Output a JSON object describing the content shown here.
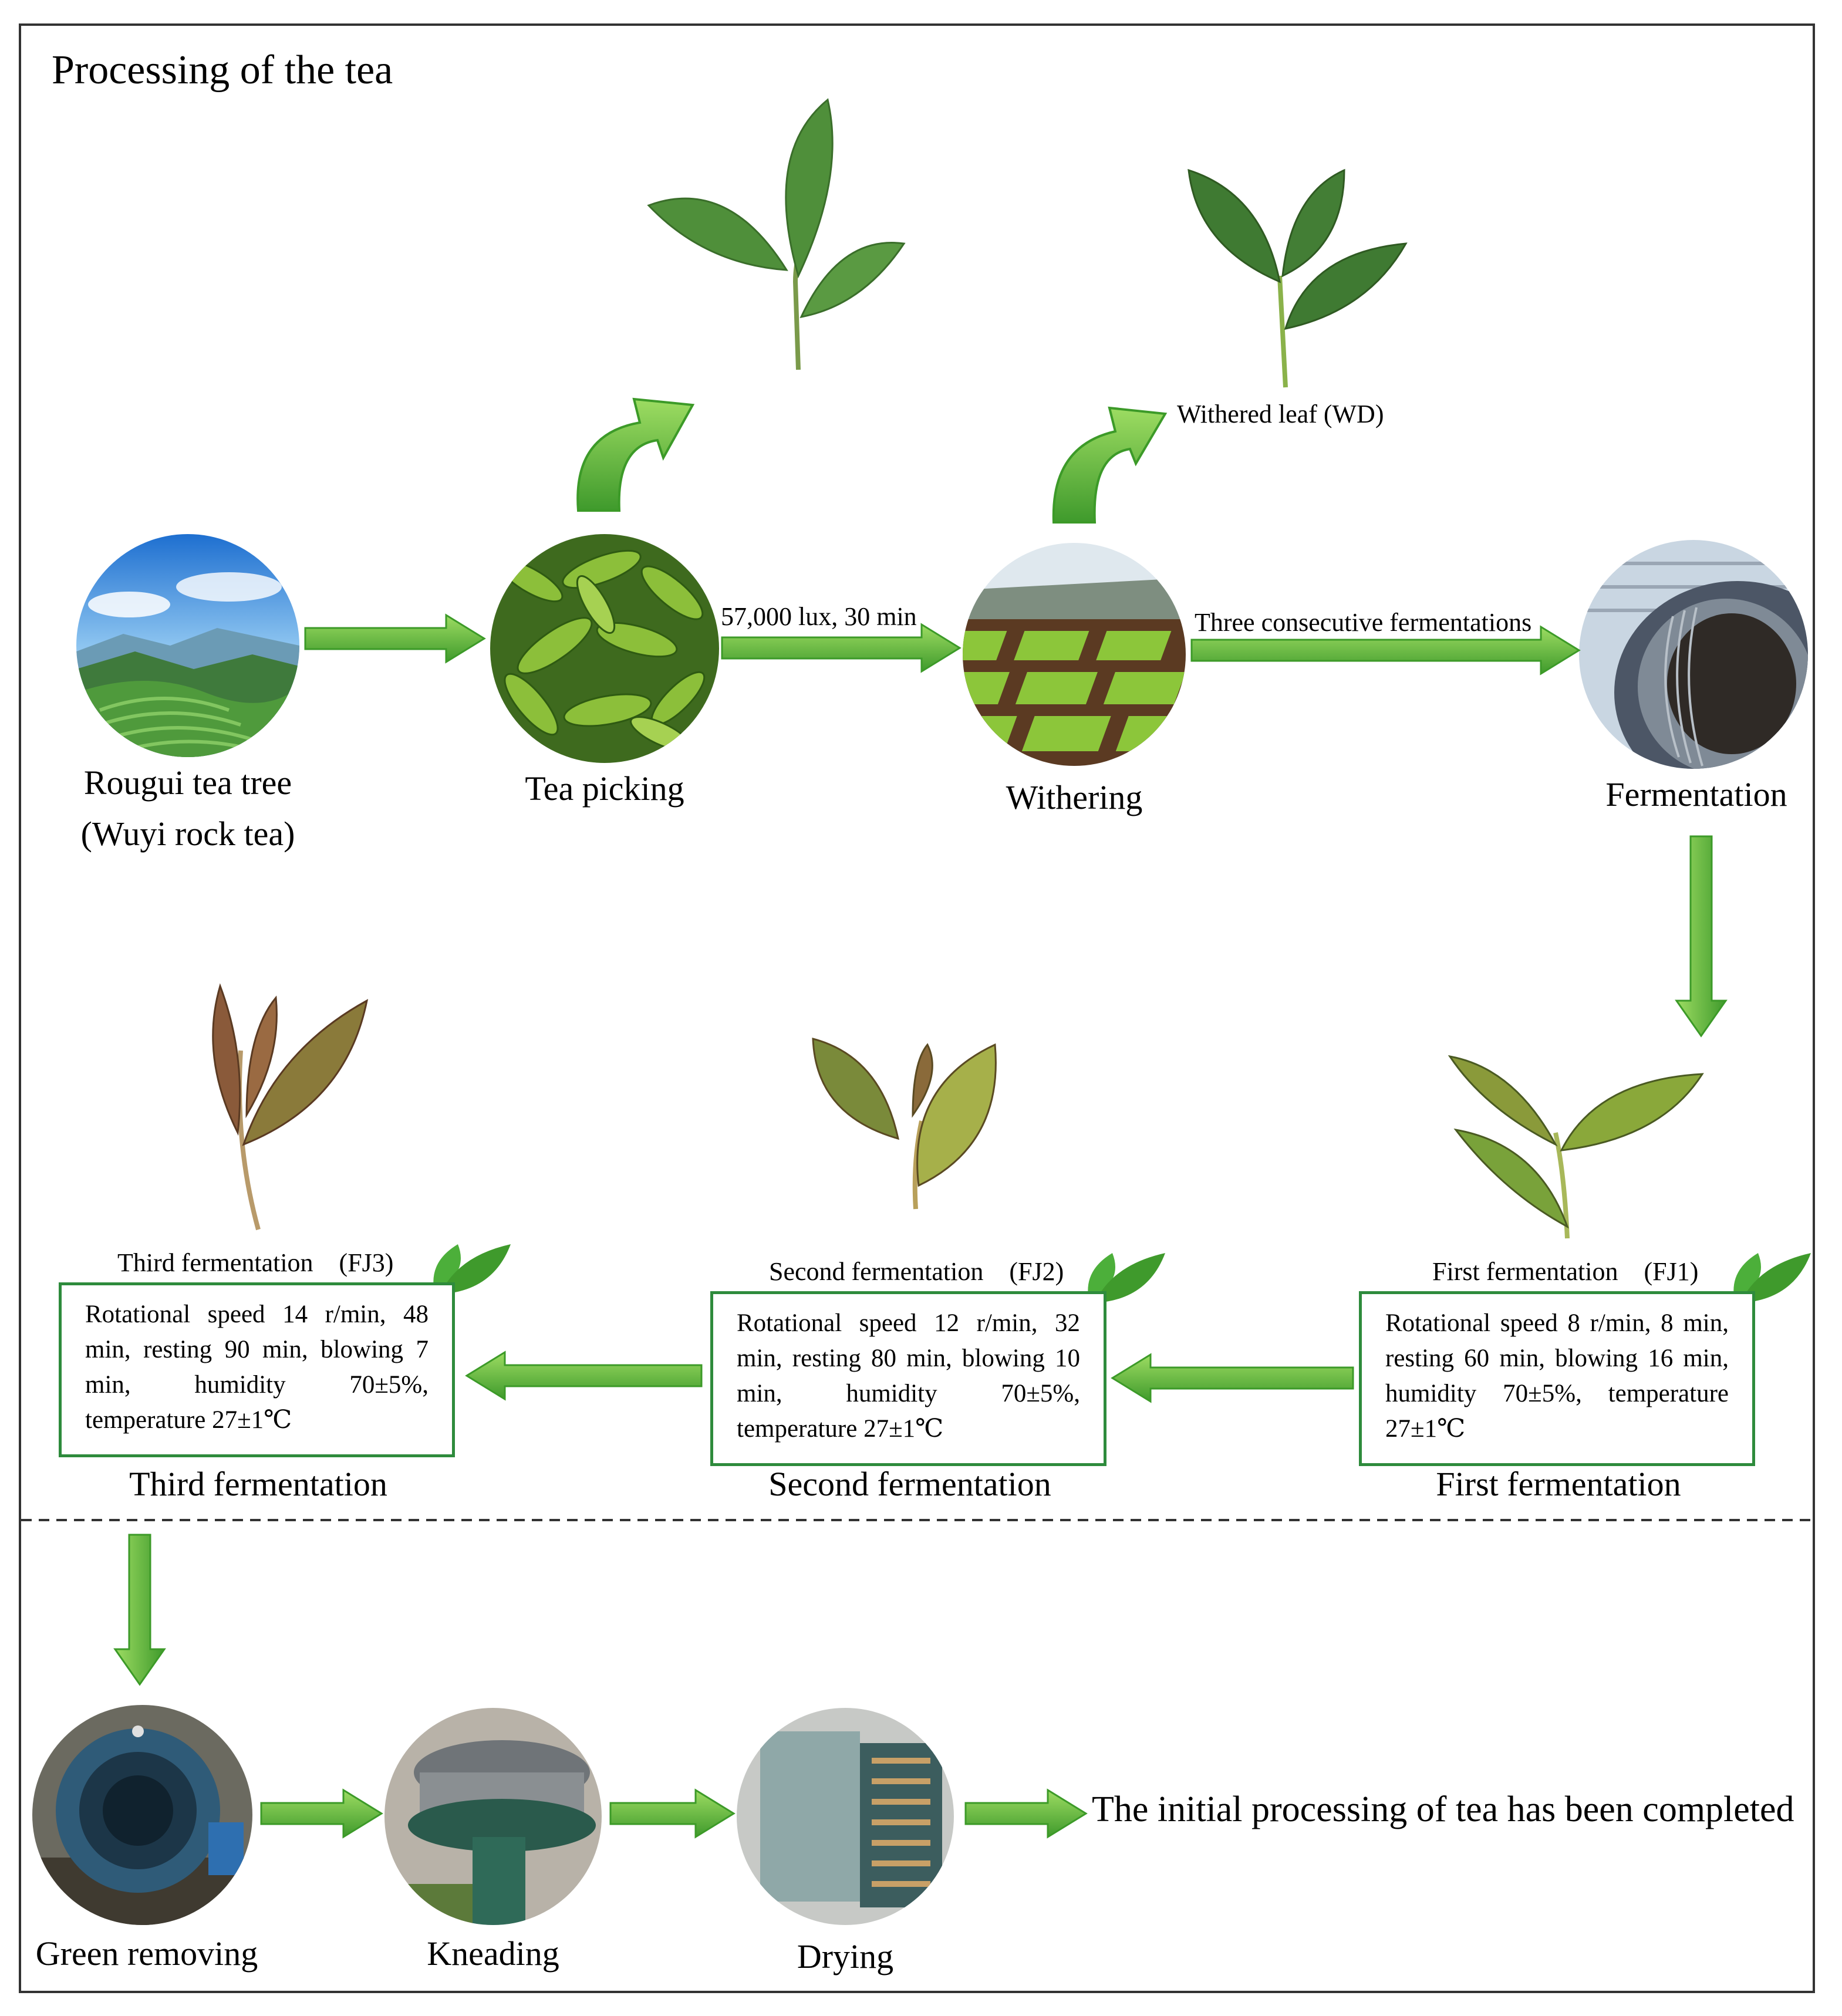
{
  "title": "Processing of the tea",
  "steps": {
    "tree": {
      "line1": "Rougui tea tree",
      "line2": "(Wuyi rock tea)"
    },
    "picking": "Tea picking",
    "withering": "Withering",
    "fermentation": "Fermentation",
    "green_removing": "Green removing",
    "kneading": "Kneading",
    "drying": "Drying"
  },
  "arrows": {
    "picking_to_withering": "57,000 lux, 30 min",
    "withering_to_fermentation": "Three consecutive fermentations"
  },
  "withered_leaf_label": "Withered leaf (WD)",
  "fermentations": {
    "first": {
      "caption": "First fermentation　(FJ1)",
      "details": "Rotational speed 8 r/min, 8 min, resting 60 min, blowing 16 min, humidity 70±5%, temperature 27±1℃",
      "label": "First fermentation"
    },
    "second": {
      "caption": "Second fermentation　(FJ2)",
      "details": "Rotational speed 12 r/min, 32 min, resting 80 min, blowing 10 min, humidity 70±5%, temperature 27±1℃",
      "label": "Second fermentation"
    },
    "third": {
      "caption": "Third fermentation　(FJ3)",
      "details": "Rotational speed 14 r/min, 48 min, resting 90 min, blowing 7 min, humidity 70±5%, temperature 27±1℃",
      "label": "Third fermentation"
    }
  },
  "final_text": "The initial processing of tea has been completed",
  "colors": {
    "arrow": "#5cbf3a",
    "arrow_dark": "#3c9a28",
    "box_border": "#2e8b3c",
    "leaf_fresh": "#4f8f3a",
    "leaf_fermented": "#8aa83a",
    "leaf_brown": "#8a5a3a"
  },
  "icons": [
    "leaf-icon",
    "arrow-right-icon",
    "arrow-down-icon",
    "arrow-left-icon",
    "curved-arrow-icon"
  ]
}
